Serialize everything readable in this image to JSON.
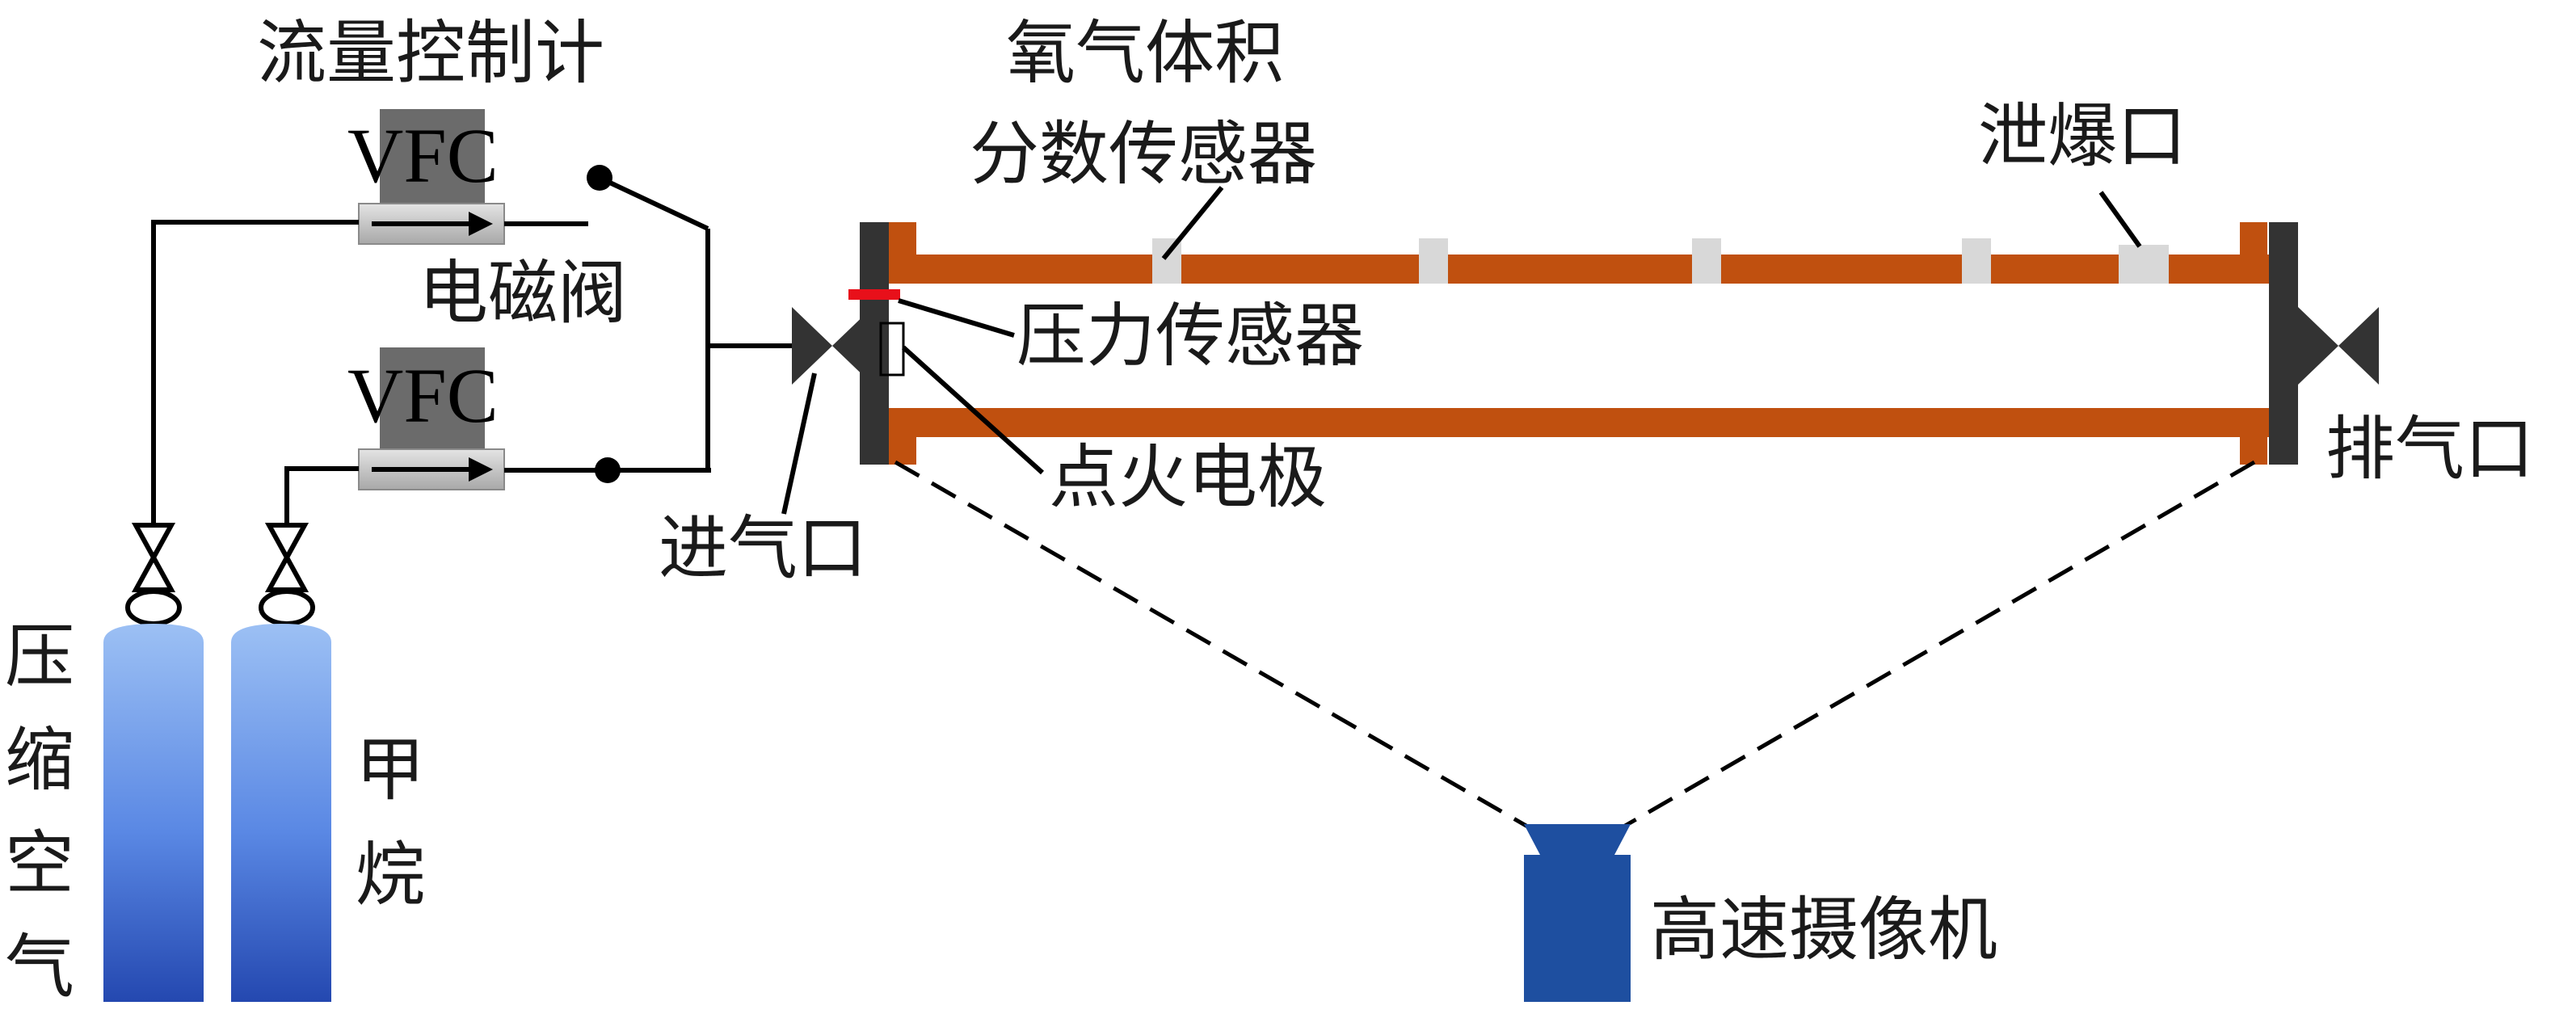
{
  "labels": {
    "flow_controller": "流量控制计",
    "vfc_top": "VFC",
    "vfc_bottom": "VFC",
    "solenoid_valve": "电磁阀",
    "oxygen_sensor_line1": "氧气体积",
    "oxygen_sensor_line2": "分数传感器",
    "vent": "泄爆口",
    "pressure_sensor": "压力传感器",
    "ignition_electrode": "点火电极",
    "inlet": "进气口",
    "exhaust": "排气口",
    "compressed_air": [
      "压",
      "缩",
      "空",
      "气"
    ],
    "methane": [
      "甲",
      "烷"
    ],
    "high_speed_camera": "高速摄像机"
  },
  "colors": {
    "pipe": "#c0500f",
    "flange": "#333333",
    "cylinder_top": "#8ab4f0",
    "cylinder_bottom": "#2850b4",
    "camera": "#1e4fa0",
    "vfc_body": "#6b6b6b",
    "vfc_base": "#c8c8c8",
    "vent_port": "#d8d8d8",
    "pressure_mark": "#e8101a"
  }
}
